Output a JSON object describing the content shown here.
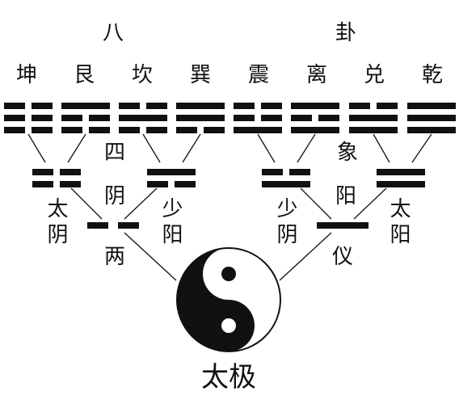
{
  "top": {
    "left_title": "八",
    "right_title": "卦"
  },
  "trigrams": [
    {
      "name": "坤",
      "lines": [
        0,
        0,
        0
      ]
    },
    {
      "name": "艮",
      "lines": [
        1,
        0,
        0
      ]
    },
    {
      "name": "坎",
      "lines": [
        0,
        1,
        0
      ]
    },
    {
      "name": "巽",
      "lines": [
        1,
        1,
        0
      ]
    },
    {
      "name": "震",
      "lines": [
        0,
        0,
        1
      ]
    },
    {
      "name": "离",
      "lines": [
        1,
        0,
        1
      ]
    },
    {
      "name": "兑",
      "lines": [
        0,
        1,
        1
      ]
    },
    {
      "name": "乾",
      "lines": [
        1,
        1,
        1
      ]
    }
  ],
  "four_images": {
    "left_title": "四",
    "right_title": "象",
    "left_title2": "阴",
    "right_title2": "阳",
    "items": [
      {
        "label": "太阴",
        "lines": [
          0,
          0
        ]
      },
      {
        "label": "少阳",
        "lines": [
          1,
          0
        ]
      },
      {
        "label": "少阴",
        "lines": [
          0,
          1
        ]
      },
      {
        "label": "太阳",
        "lines": [
          1,
          1
        ]
      }
    ]
  },
  "two_forms": {
    "left_label": "两",
    "right_label": "仪",
    "items": [
      {
        "lines": [
          0
        ]
      },
      {
        "lines": [
          1
        ]
      }
    ]
  },
  "taiji": {
    "label": "太极"
  },
  "colors": {
    "ink": "#111111",
    "paper": "#ffffff"
  }
}
